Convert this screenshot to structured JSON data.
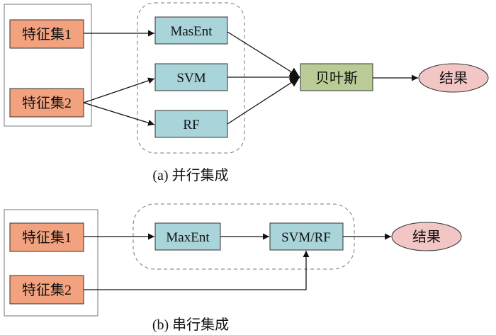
{
  "colors": {
    "feature_fill": "#f2a27e",
    "model_fill": "#a9d4d9",
    "bayes_fill": "#b9cc95",
    "result_fill": "#f3c6c6",
    "stroke": "#333333",
    "frame_stroke": "#777777",
    "arrow": "#111111"
  },
  "diagram_a": {
    "feature_set_1": "特征集1",
    "feature_set_2": "特征集2",
    "model_1": "MasEnt",
    "model_2": "SVM",
    "model_3": "RF",
    "fusion": "贝叶斯",
    "result": "结果",
    "caption": "(a) 并行集成"
  },
  "diagram_b": {
    "feature_set_1": "特征集1",
    "feature_set_2": "特征集2",
    "model_1": "MaxEnt",
    "model_2": "SVM/RF",
    "result": "结果",
    "caption": "(b) 串行集成"
  }
}
